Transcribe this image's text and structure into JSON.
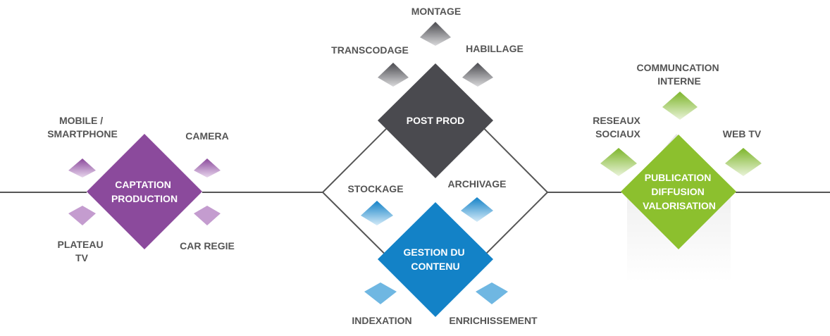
{
  "colors": {
    "line": "#555555",
    "label": "#555555",
    "captation": "#8b4a9c",
    "captation_light": "#c49ccf",
    "postprod": "#4a4a4f",
    "postprod_light": "#8a8a8e",
    "gestion": "#1382c7",
    "gestion_light": "#6fb7e2",
    "publication": "#8cc02e",
    "publication_light": "#b9da7e"
  },
  "captation": {
    "title": [
      "CAPTATION",
      "PRODUCTION"
    ],
    "satellites": {
      "mobile": [
        "MOBILE /",
        "SMARTPHONE"
      ],
      "camera": [
        "CAMERA"
      ],
      "plateau": [
        "PLATEAU",
        "TV"
      ],
      "car_regie": [
        "CAR REGIE"
      ]
    }
  },
  "postprod": {
    "title": [
      "POST PROD"
    ],
    "satellites": {
      "montage": [
        "MONTAGE"
      ],
      "transcodage": [
        "TRANSCODAGE"
      ],
      "habillage": [
        "HABILLAGE"
      ]
    }
  },
  "gestion": {
    "title": [
      "GESTION DU",
      "CONTENU"
    ],
    "satellites": {
      "stockage": [
        "STOCKAGE"
      ],
      "archivage": [
        "ARCHIVAGE"
      ],
      "indexation": [
        "INDEXATION"
      ],
      "enrichissement": [
        "ENRICHISSEMENT"
      ]
    }
  },
  "publication": {
    "title": [
      "PUBLICATION",
      "DIFFUSION",
      "VALORISATION"
    ],
    "satellites": {
      "communication": [
        "COMMUNCATION",
        "INTERNE"
      ],
      "reseaux": [
        "RESEAUX",
        "SOCIAUX"
      ],
      "webtv": [
        "WEB TV"
      ]
    }
  }
}
